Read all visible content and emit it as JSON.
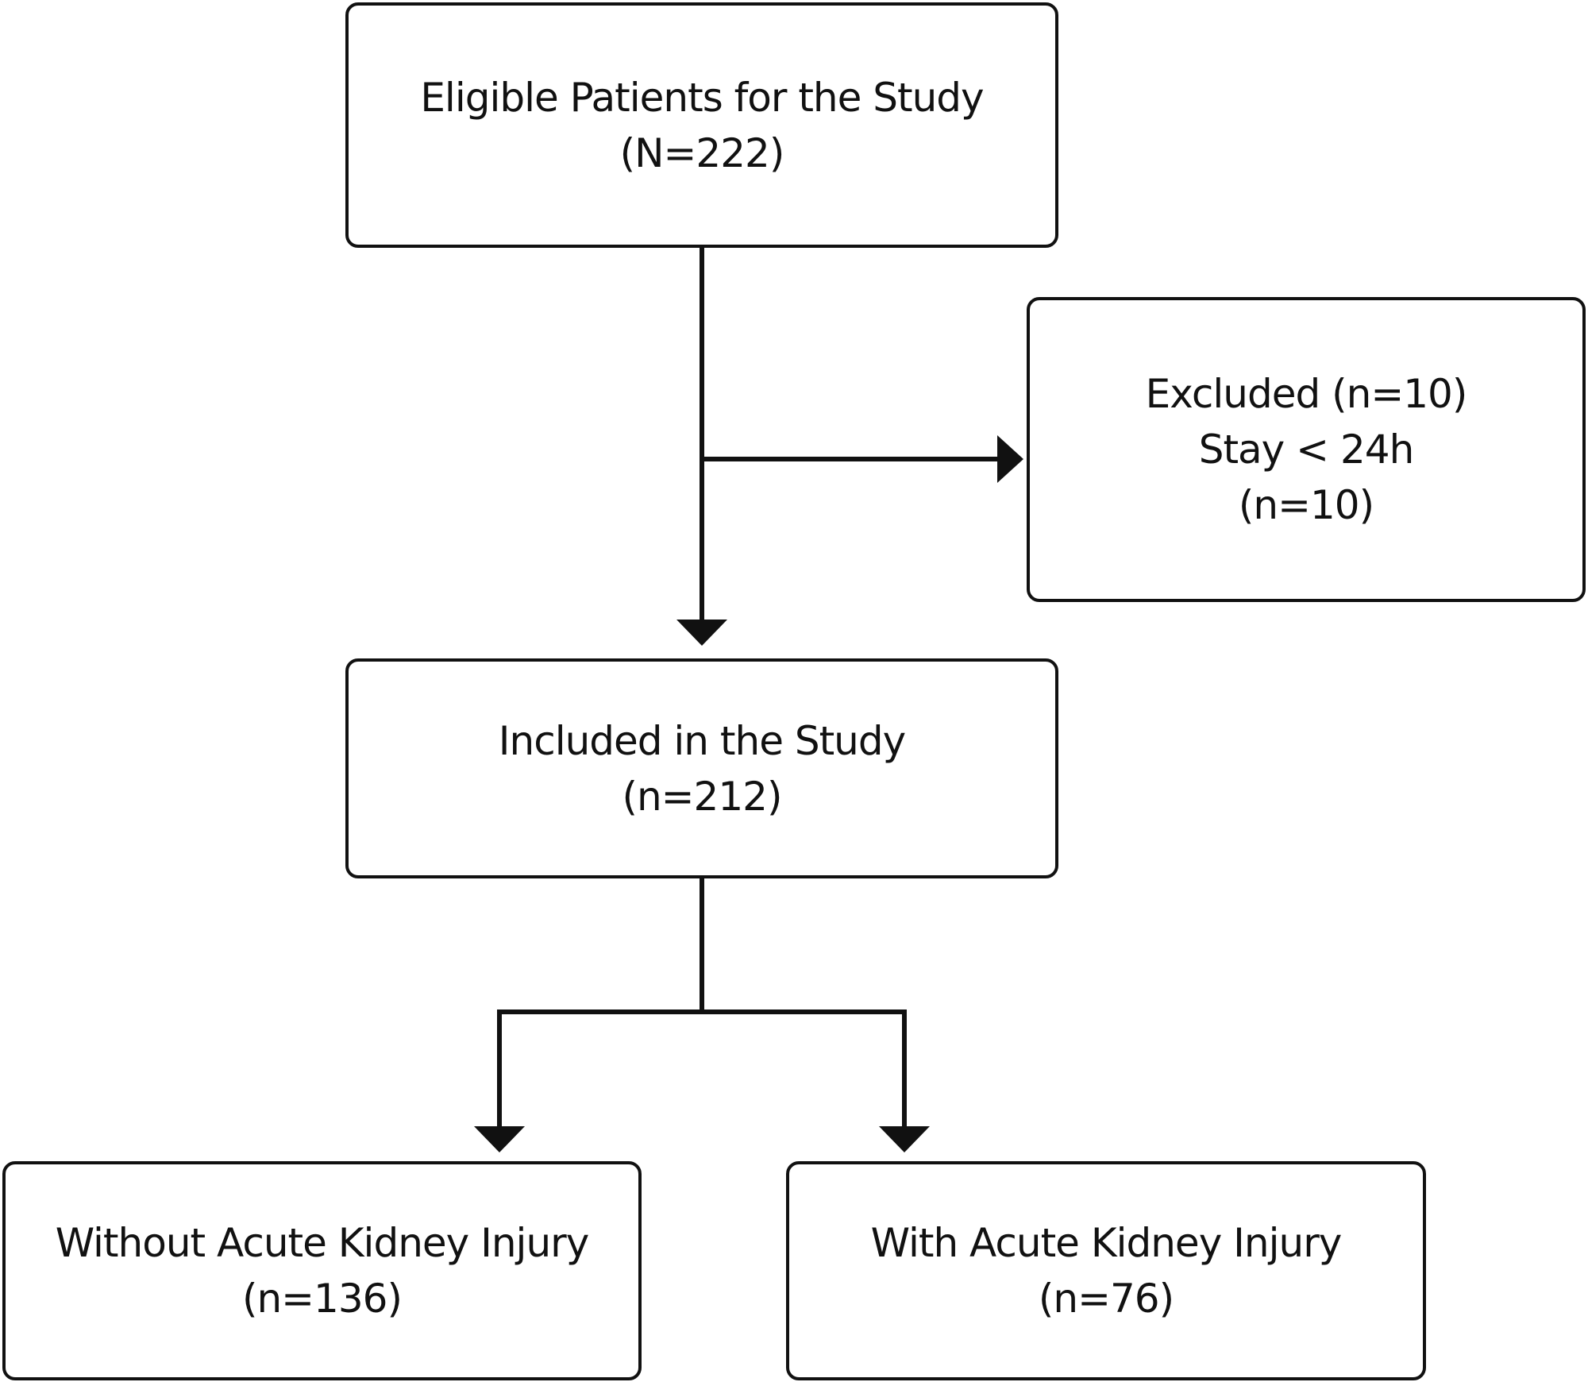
{
  "diagram": {
    "type": "flowchart",
    "nodes": {
      "eligible": {
        "title": "Eligible Patients for the Study",
        "count": "(N=222)"
      },
      "excluded": {
        "title": "Excluded (n=10)",
        "reason": "Stay < 24h",
        "count": "(n=10)"
      },
      "included": {
        "title": "Included in the Study",
        "count": "(n=212)"
      },
      "without_aki": {
        "title": "Without Acute Kidney Injury",
        "count": "(n=136)"
      },
      "with_aki": {
        "title": "With Acute Kidney Injury",
        "count": "(n=76)"
      }
    },
    "edges": [
      {
        "from": "eligible",
        "to": "included"
      },
      {
        "from": "eligible",
        "to": "excluded"
      },
      {
        "from": "included",
        "to": "without_aki"
      },
      {
        "from": "included",
        "to": "with_aki"
      }
    ],
    "line_color": "#111111"
  }
}
